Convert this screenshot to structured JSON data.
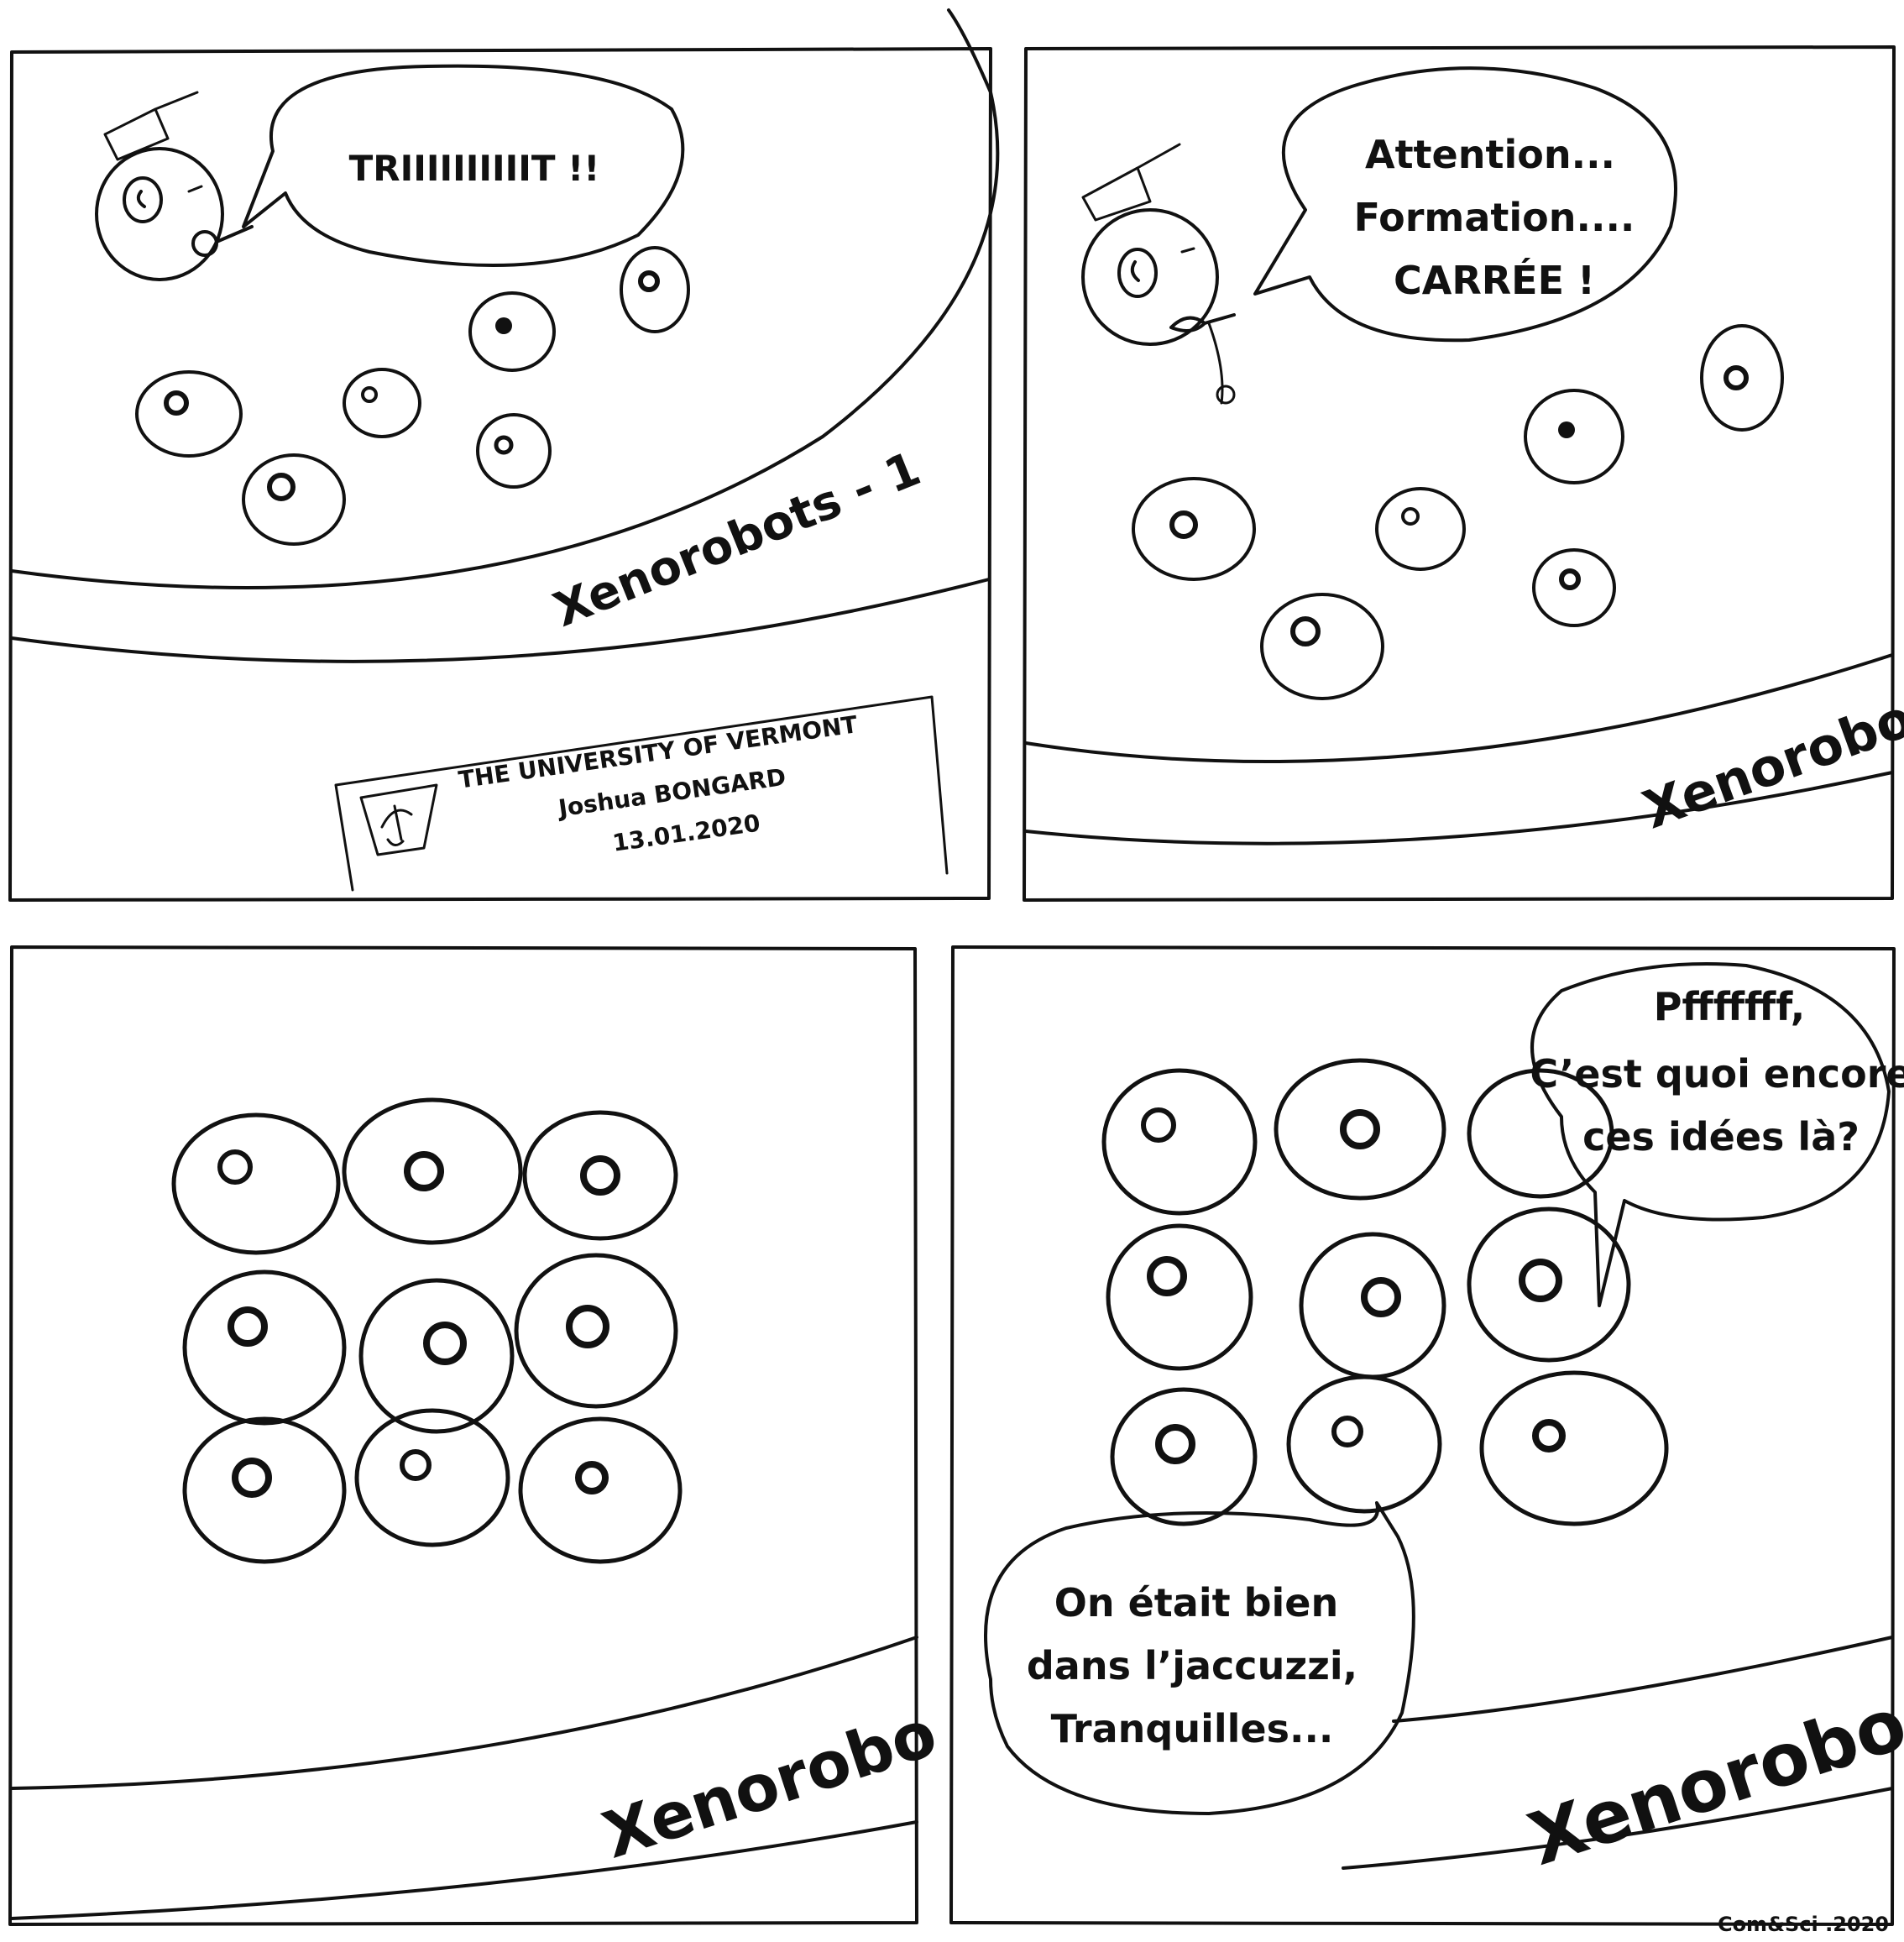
{
  "colors": {
    "ink": "#111111",
    "paper": "#ffffff"
  },
  "panel1": {
    "speech": "TRIIIIIIIIIIT !!",
    "dish_label": "Xenorobots - 1",
    "label_line1": "THE UNIVERSITY OF VERMONT",
    "label_line2": "Joshua BONGARD",
    "label_line3": "13.01.2020"
  },
  "panel2": {
    "speech_line1": "Attention...",
    "speech_line2": "Formation....",
    "speech_line3": "CARRÉE !",
    "dish_label": "Xenorobo"
  },
  "panel3": {
    "dish_label": "Xenorobo"
  },
  "panel4": {
    "speech_top_line1": "Pfffffff,",
    "speech_top_line2": "C’est quoi encore",
    "speech_top_line3": "ces idées là?",
    "speech_bottom_line1": "On était bien",
    "speech_bottom_line2": "dans l’jaccuzzi,",
    "speech_bottom_line3": "Tranquilles...",
    "dish_label": "Xenorobo"
  },
  "credit": "Com&Sci .2020"
}
